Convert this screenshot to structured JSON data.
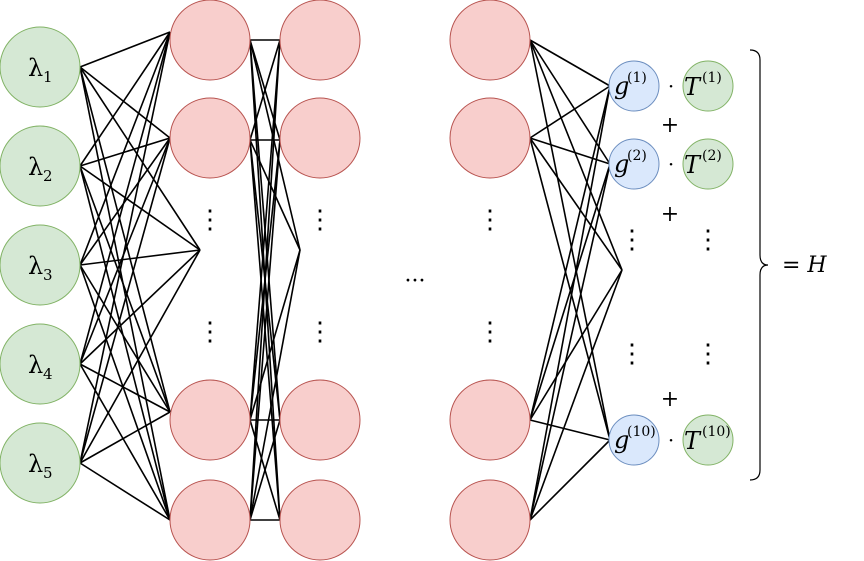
{
  "inputs": [
    {
      "symbol": "λ",
      "index": "1"
    },
    {
      "symbol": "λ",
      "index": "2"
    },
    {
      "symbol": "λ",
      "index": "3"
    },
    {
      "symbol": "λ",
      "index": "4"
    },
    {
      "symbol": "λ",
      "index": "5"
    }
  ],
  "outputs": [
    {
      "g": "g",
      "g_sup": "(1)",
      "dot": "·",
      "t": "T",
      "t_sup": "(1)"
    },
    {
      "g": "g",
      "g_sup": "(2)",
      "dot": "·",
      "t": "T",
      "t_sup": "(2)"
    },
    {
      "g": "g",
      "g_sup": "(10)",
      "dot": "·",
      "t": "T",
      "t_sup": "(10)"
    }
  ],
  "plus_signs": [
    "+",
    "+",
    "+"
  ],
  "result_label": "= H",
  "layer_ellipsis": "···",
  "vertical_ellipsis": "⋮",
  "colors": {
    "input_fill": "#d5e8d4",
    "input_stroke": "#82b366",
    "hidden_fill": "#f8cecc",
    "hidden_stroke": "#b85450",
    "g_fill": "#dae8fc",
    "g_stroke": "#6c8ebf",
    "t_fill": "#d5e8d4",
    "t_stroke": "#82b366"
  }
}
